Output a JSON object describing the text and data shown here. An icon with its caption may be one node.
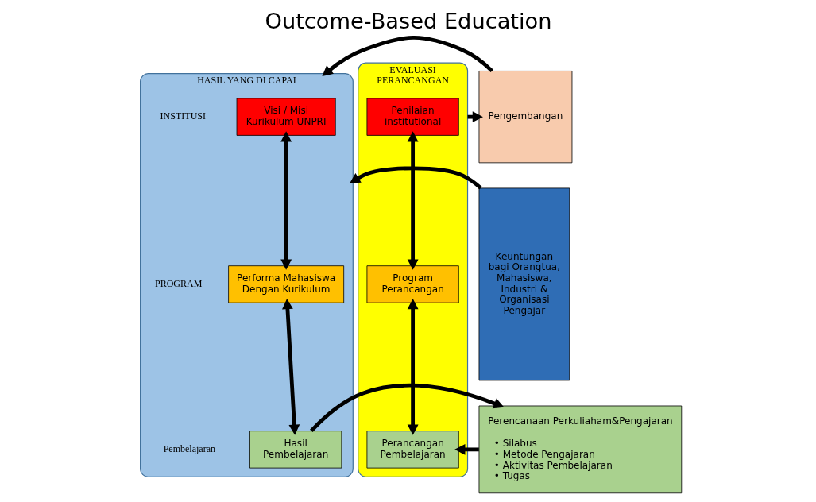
{
  "diagram": {
    "title": "Outcome-Based Education",
    "nodes": [
      {
        "text": [
          "Keuntungan bagi Orangtua, Mahasiswa, Industri & Organisasi Pengajar"
        ]
      },
      {
        "text": [
          "HASIL YANG DI CAPAI"
        ]
      },
      {
        "text": [
          "Visi / Misi Kurikulum UNPRI"
        ],
        "in": 1
      },
      {
        "text": [
          "Performa Mahasiswa Dengan Kurikulum"
        ],
        "in": 1
      },
      {
        "text": [
          "Hasil Pembelajaran"
        ],
        "in": 1
      },
      {
        "text": [
          "Pengembangan"
        ]
      },
      {
        "text": [
          "Perencanaan Perkuliaham&Pengajaran",
          "• Silabus",
          "• Metode Pengajaran",
          "• Aktivitas Pembelajaran",
          "• Tugas"
        ]
      },
      {
        "text": [
          "EVALUASI PERANCANGAN"
        ]
      },
      {
        "text": [
          "Penilaian institutional"
        ],
        "in": 7
      },
      {
        "text": [
          "Program Perancangan"
        ],
        "in": 7
      },
      {
        "text": [
          "Perancangan Pembelajaran"
        ],
        "in": 7
      }
    ],
    "edges": [
      {
        "from": 0,
        "to": 1,
        "arrow": "to"
      },
      {
        "from": 2,
        "to": 3,
        "arrow": "both"
      },
      {
        "from": 3,
        "to": 4,
        "arrow": "both"
      },
      {
        "from": 7,
        "to": 5,
        "arrow": "to"
      },
      {
        "from": 5,
        "to": 1,
        "arrow": "to"
      },
      {
        "from": 4,
        "to": 6,
        "arrow": "to"
      },
      {
        "from": 6,
        "to": 10,
        "arrow": "to"
      },
      {
        "from": 8,
        "to": 9,
        "arrow": "both"
      },
      {
        "from": 9,
        "to": 10,
        "arrow": "both"
      }
    ],
    "labels": [
      "INSTITUSI",
      "PROGRAM",
      "Pembelajaran"
    ]
  }
}
